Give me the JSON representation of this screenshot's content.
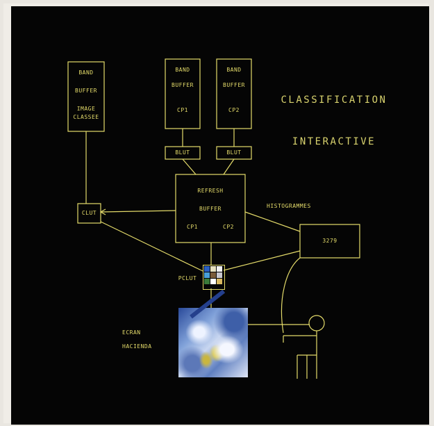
{
  "colors": {
    "background": "#050505",
    "line": "#e4db6a",
    "frame": "#f0ede7"
  },
  "nodes": {
    "band_buffer_left": {
      "line1": "BAND",
      "line2": "BUFFER",
      "line3": "IMAGE",
      "line4": "CLASSEE"
    },
    "band_buffer_cp1": {
      "line1": "BAND",
      "line2": "BUFFER",
      "line3": "CP1"
    },
    "band_buffer_cp2": {
      "line1": "BAND",
      "line2": "BUFFER",
      "line3": "CP2"
    },
    "blut_1": "BLUT",
    "blut_2": "BLUT",
    "refresh_buffer": {
      "line1": "REFRESH",
      "line2": "BUFFER",
      "cp1": "CP1",
      "cp2": "CP2"
    },
    "clut": "CLUT",
    "terminal": "3279",
    "pclut": "PCLUT"
  },
  "labels": {
    "title_line1": "CLASSIFICATION",
    "title_line2": "INTERACTIVE",
    "histogrammes": "HISTOGRAMMES",
    "ecran": "ECRAN",
    "hacienda": "HACIENDA"
  }
}
